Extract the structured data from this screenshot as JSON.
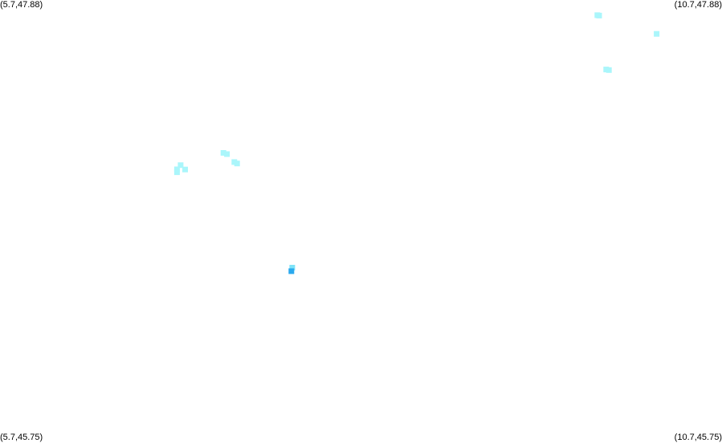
{
  "corners": {
    "top_left": "(5.7,47.88)",
    "top_right": "(10.7,47.88)",
    "bottom_left": "(5.7,45.75)",
    "bottom_right": "(10.7,45.75)"
  },
  "colors": {
    "background": "#ffffff",
    "light_cyan": "#aaf6fb",
    "mid_cyan": "#7fe3f7",
    "blue": "#2aa9ee"
  },
  "bounds": {
    "lon_min": 5.7,
    "lon_max": 10.7,
    "lat_min": 45.75,
    "lat_max": 47.88
  },
  "cells": [
    {
      "lon": 9.837,
      "lat": 47.807,
      "color": "light_cyan"
    },
    {
      "lon": 9.849,
      "lat": 47.805,
      "color": "light_cyan"
    },
    {
      "lon": 10.247,
      "lat": 47.717,
      "color": "light_cyan"
    },
    {
      "lon": 9.898,
      "lat": 47.546,
      "color": "light_cyan"
    },
    {
      "lon": 9.917,
      "lat": 47.543,
      "color": "light_cyan"
    },
    {
      "lon": 7.247,
      "lat": 47.145,
      "color": "light_cyan"
    },
    {
      "lon": 7.272,
      "lat": 47.139,
      "color": "light_cyan"
    },
    {
      "lon": 7.323,
      "lat": 47.101,
      "color": "light_cyan"
    },
    {
      "lon": 7.342,
      "lat": 47.094,
      "color": "light_cyan"
    },
    {
      "lon": 6.951,
      "lat": 47.086,
      "color": "light_cyan"
    },
    {
      "lon": 6.926,
      "lat": 47.066,
      "color": "light_cyan"
    },
    {
      "lon": 6.982,
      "lat": 47.065,
      "color": "light_cyan"
    },
    {
      "lon": 6.926,
      "lat": 47.052,
      "color": "light_cyan"
    },
    {
      "lon": 7.724,
      "lat": 46.593,
      "color": "mid_cyan"
    },
    {
      "lon": 7.718,
      "lat": 46.576,
      "color": "blue"
    }
  ]
}
